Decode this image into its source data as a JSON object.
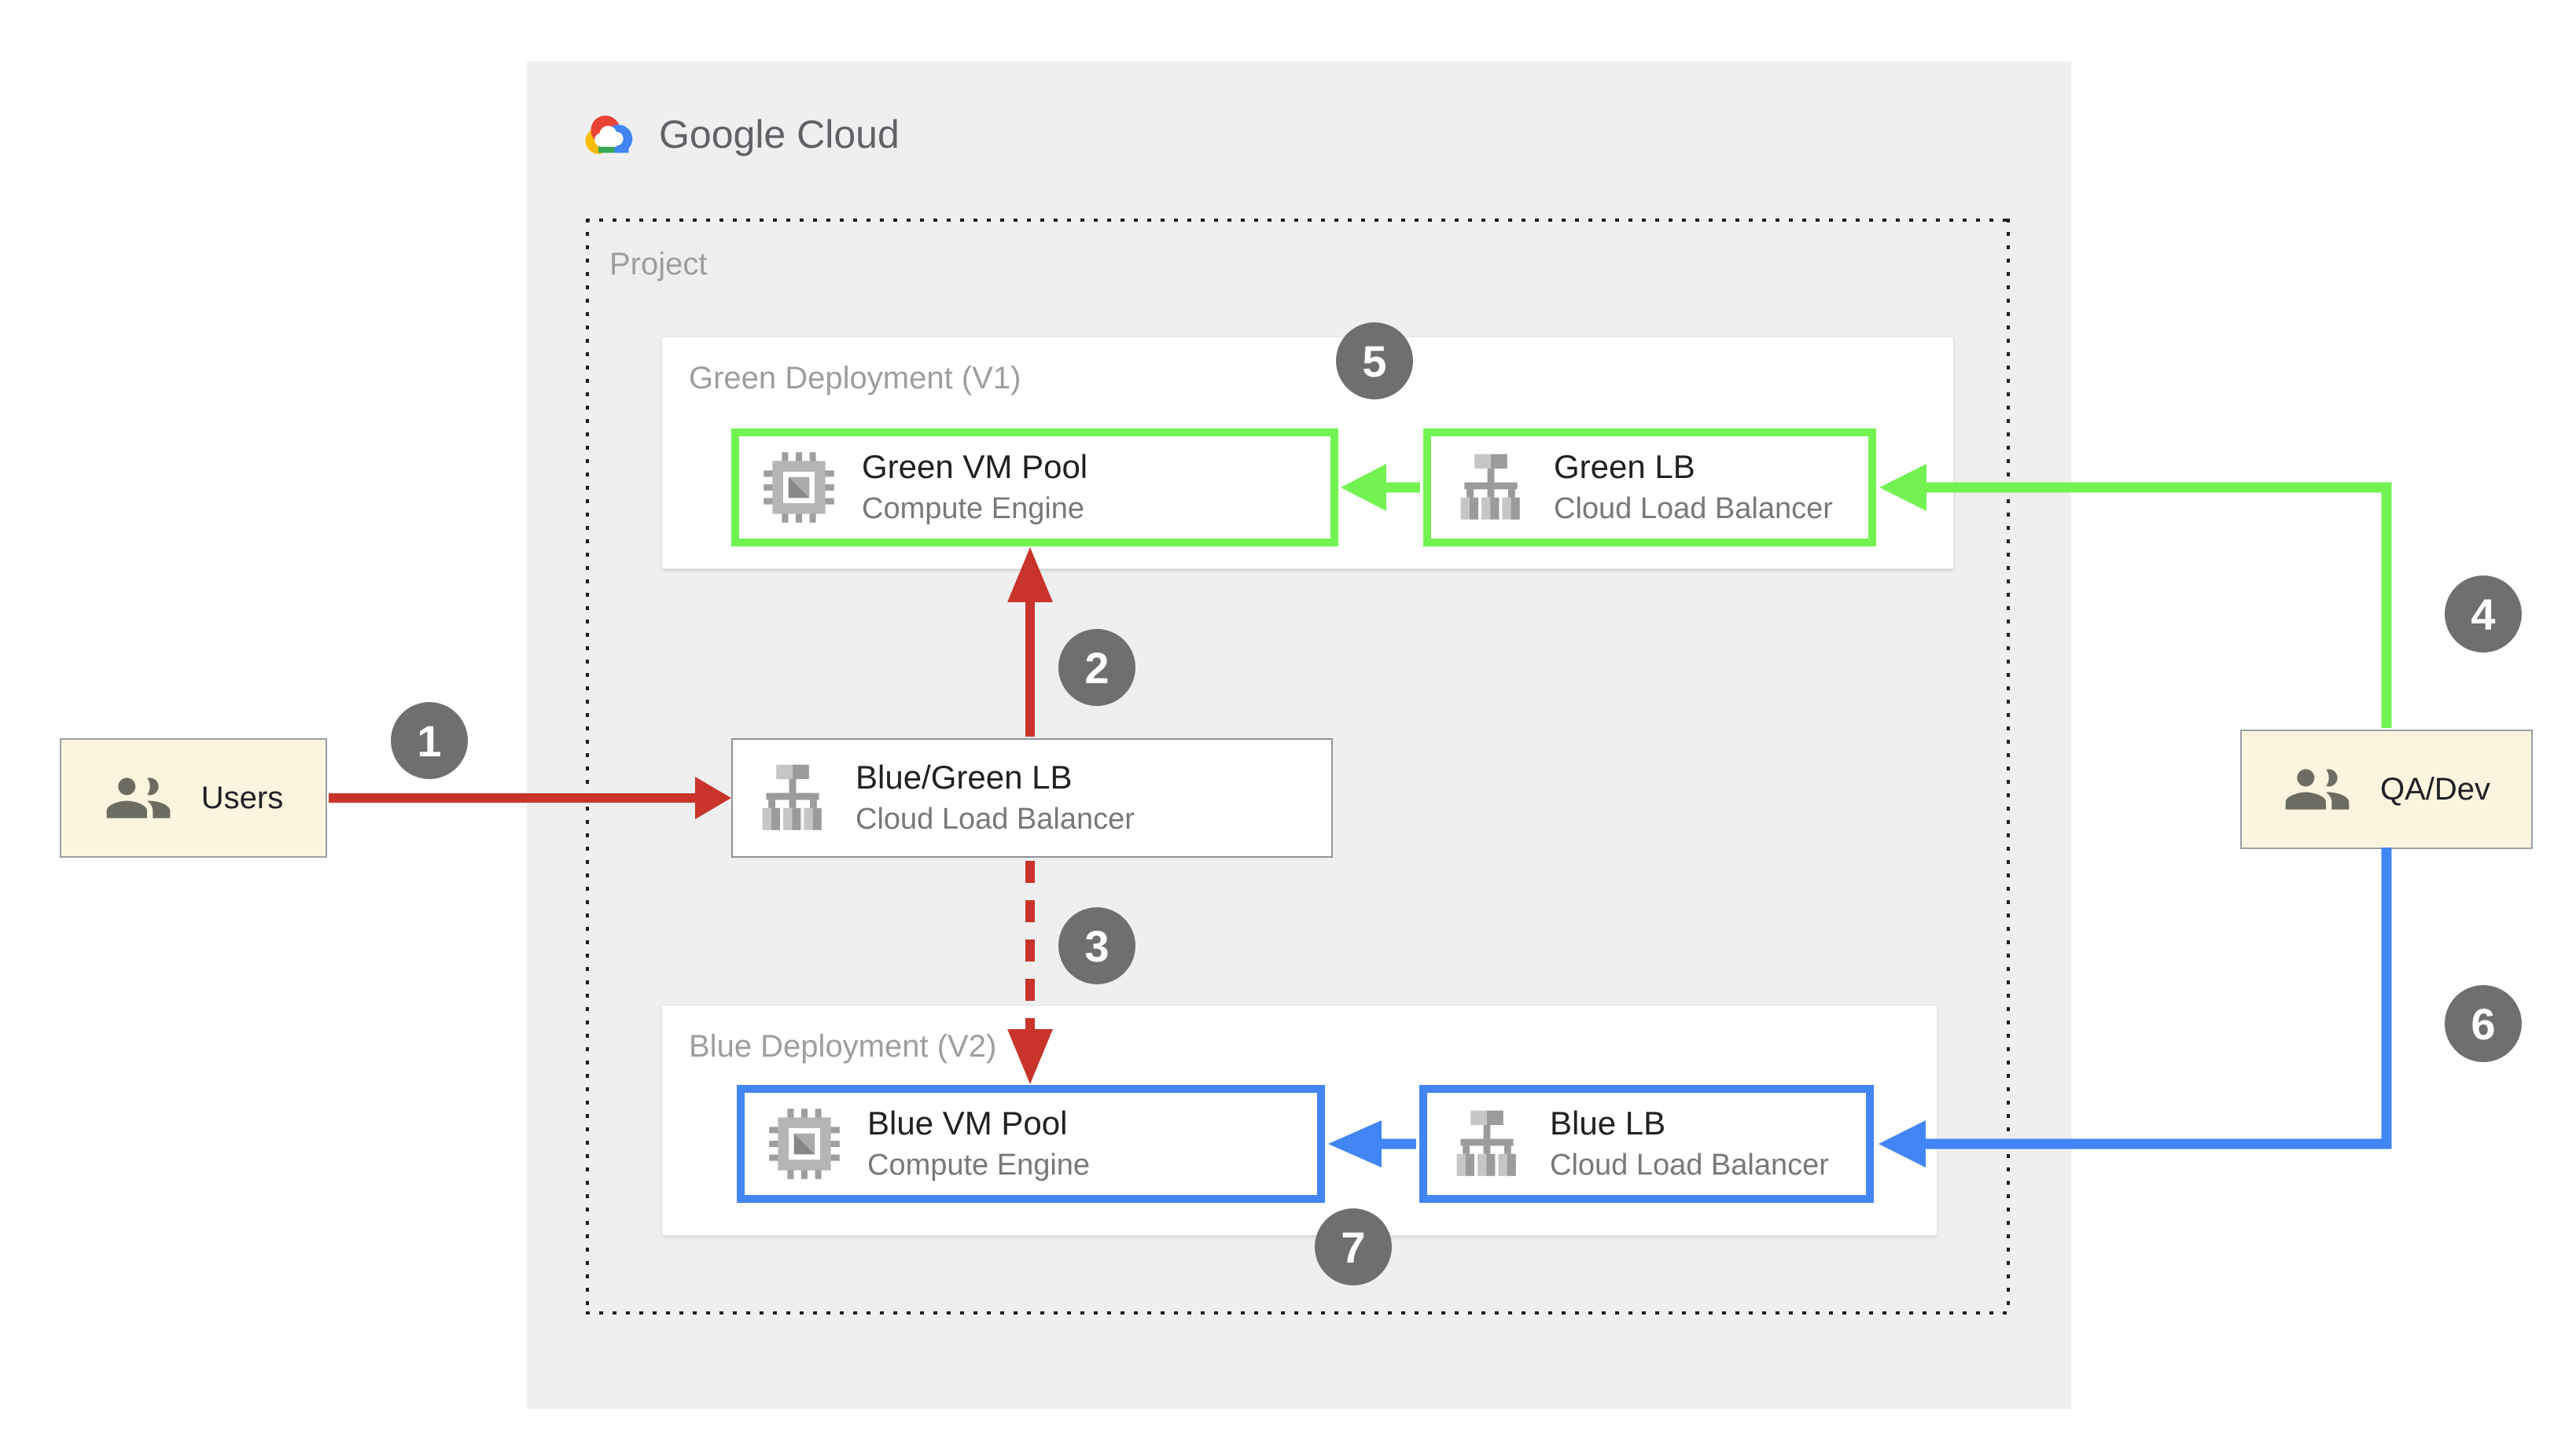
{
  "brand": {
    "name": "Google Cloud"
  },
  "project": {
    "label": "Project"
  },
  "groups": {
    "green": {
      "label": "Green Deployment (V1)"
    },
    "blue": {
      "label": "Blue Deployment (V2)"
    }
  },
  "nodes": {
    "green_vm": {
      "title": "Green VM Pool",
      "subtitle": "Compute Engine"
    },
    "green_lb": {
      "title": "Green LB",
      "subtitle": "Cloud Load Balancer"
    },
    "bluegreen_lb": {
      "title": "Blue/Green LB",
      "subtitle": "Cloud Load Balancer"
    },
    "blue_vm": {
      "title": "Blue VM Pool",
      "subtitle": "Compute Engine"
    },
    "blue_lb": {
      "title": "Blue LB",
      "subtitle": "Cloud Load Balancer"
    }
  },
  "actors": {
    "users": {
      "label": "Users"
    },
    "qa": {
      "label": "QA/Dev"
    }
  },
  "steps": {
    "s1": "1",
    "s2": "2",
    "s3": "3",
    "s4": "4",
    "s5": "5",
    "s6": "6",
    "s7": "7"
  },
  "colors": {
    "green_accent": "#72F351",
    "blue_accent": "#4285F4",
    "red_accent": "#C9342A",
    "badge_gray": "#6F6F6F",
    "panel_gray": "#EFEFEF",
    "actor_cream": "#FBF5DF",
    "label_gray": "#9E9E9E"
  }
}
